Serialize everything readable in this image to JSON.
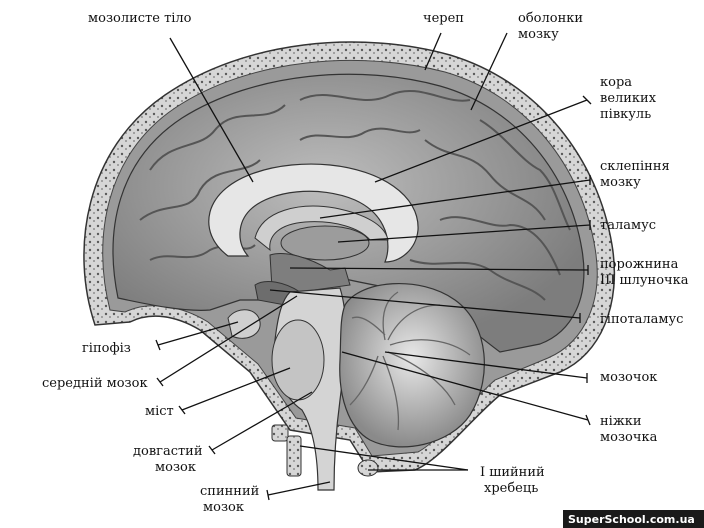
{
  "labels": {
    "corpus_callosum": "мозолисте тіло",
    "skull": "череп",
    "meninges_1": "оболонки",
    "meninges_2": "мозку",
    "cortex_1": "кора",
    "cortex_2": "великих",
    "cortex_3": "півкуль",
    "fornix_1": "склепіння",
    "fornix_2": "мозку",
    "thalamus": "таламус",
    "third_ventricle_1": "порожнина",
    "third_ventricle_2": "III шлуночка",
    "hypothalamus": "гіпоталамус",
    "pituitary": "гіпофіз",
    "midbrain": "середній мозок",
    "cerebellum": "мозочок",
    "pons": "міст",
    "peduncles_1": "ніжки",
    "peduncles_2": "мозочка",
    "medulla_1": "довгастий",
    "medulla_2": "мозок",
    "cervical_1": "І шийний",
    "cervical_2": "хребець",
    "spinal_1": "спинний",
    "spinal_2": "мозок"
  },
  "watermark": "SuperSchool.com.ua"
}
